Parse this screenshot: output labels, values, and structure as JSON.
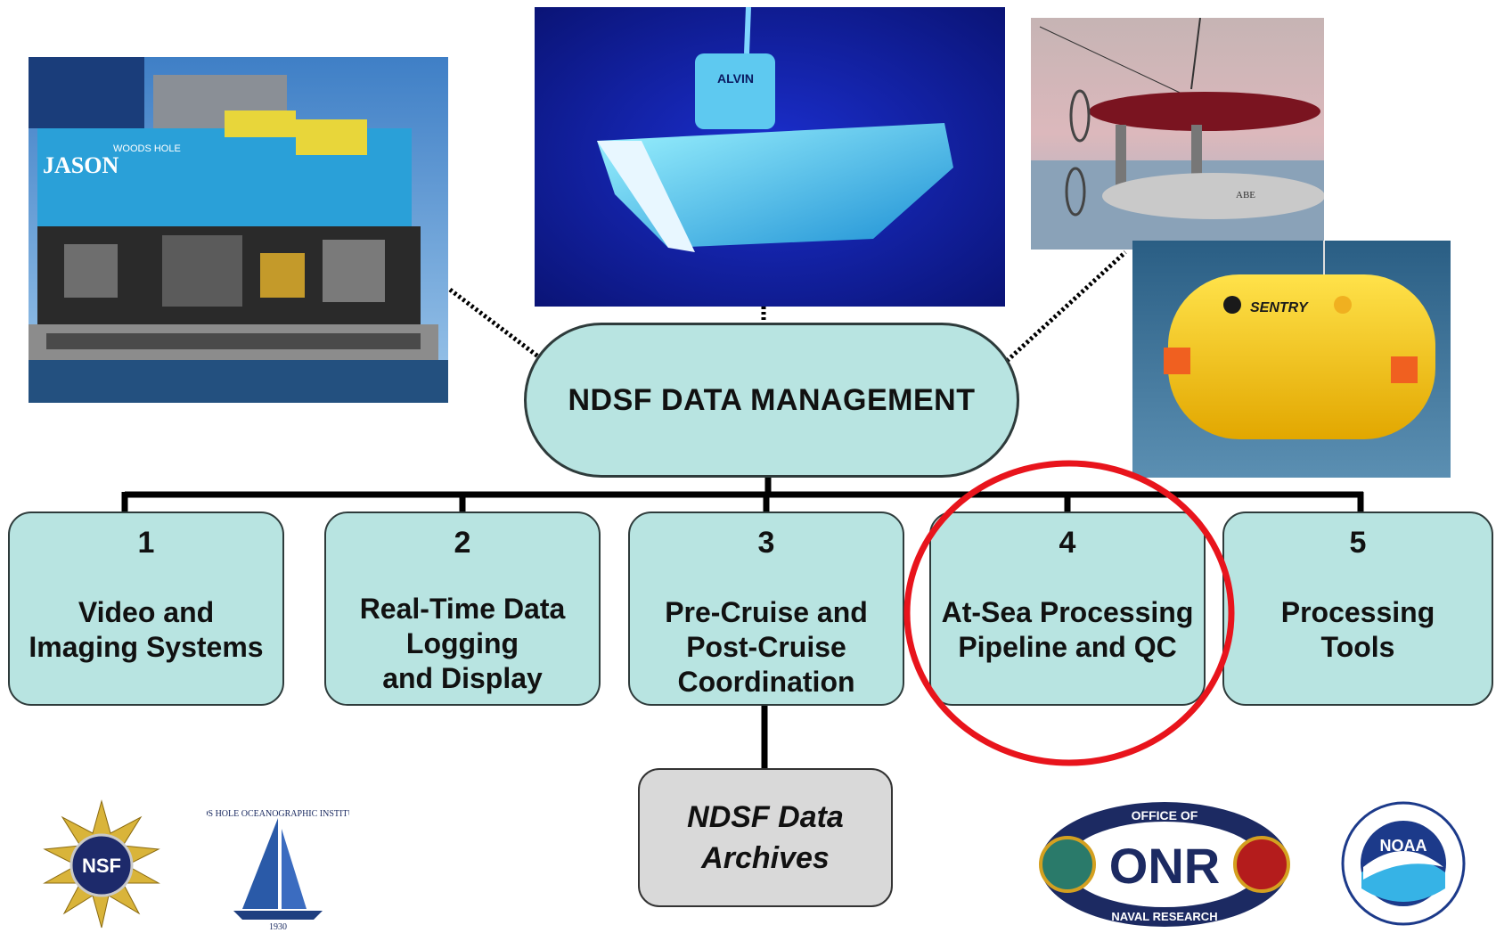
{
  "root": {
    "label": "NDSF DATA MANAGEMENT"
  },
  "components": [
    {
      "number": "1",
      "label": "Video and\nImaging Systems"
    },
    {
      "number": "2",
      "label": "Real-Time Data\nLogging\nand Display"
    },
    {
      "number": "3",
      "label": "Pre-Cruise and\nPost-Cruise\nCoordination"
    },
    {
      "number": "4",
      "label": "At-Sea Processing\nPipeline and QC"
    },
    {
      "number": "5",
      "label": "Processing\nTools"
    }
  ],
  "archive": {
    "label": "NDSF Data\nArchives"
  },
  "highlight": {
    "target_component": "4",
    "color": "#e8141c"
  },
  "photos": {
    "jason": {
      "hull_text": "JASON",
      "side_text": "WOODS HOLE"
    },
    "alvin": {
      "tower_text": "ALVIN"
    },
    "abe": {
      "hull_text": "ABE"
    },
    "sentry": {
      "hull_text": "SENTRY"
    }
  },
  "logos": {
    "nsf": {
      "text": "NSF"
    },
    "whoi": {
      "text": "WOODS HOLE OCEANOGRAPHIC INSTITUTION",
      "year": "1930"
    },
    "onr": {
      "top_text": "OFFICE OF",
      "center_text": "ONR",
      "bottom_text": "NAVAL RESEARCH"
    },
    "noaa": {
      "text": "NOAA"
    }
  },
  "colors": {
    "box_fill": "#b8e4e1",
    "archive_fill": "#d9d9d9",
    "connector": "#000000"
  }
}
